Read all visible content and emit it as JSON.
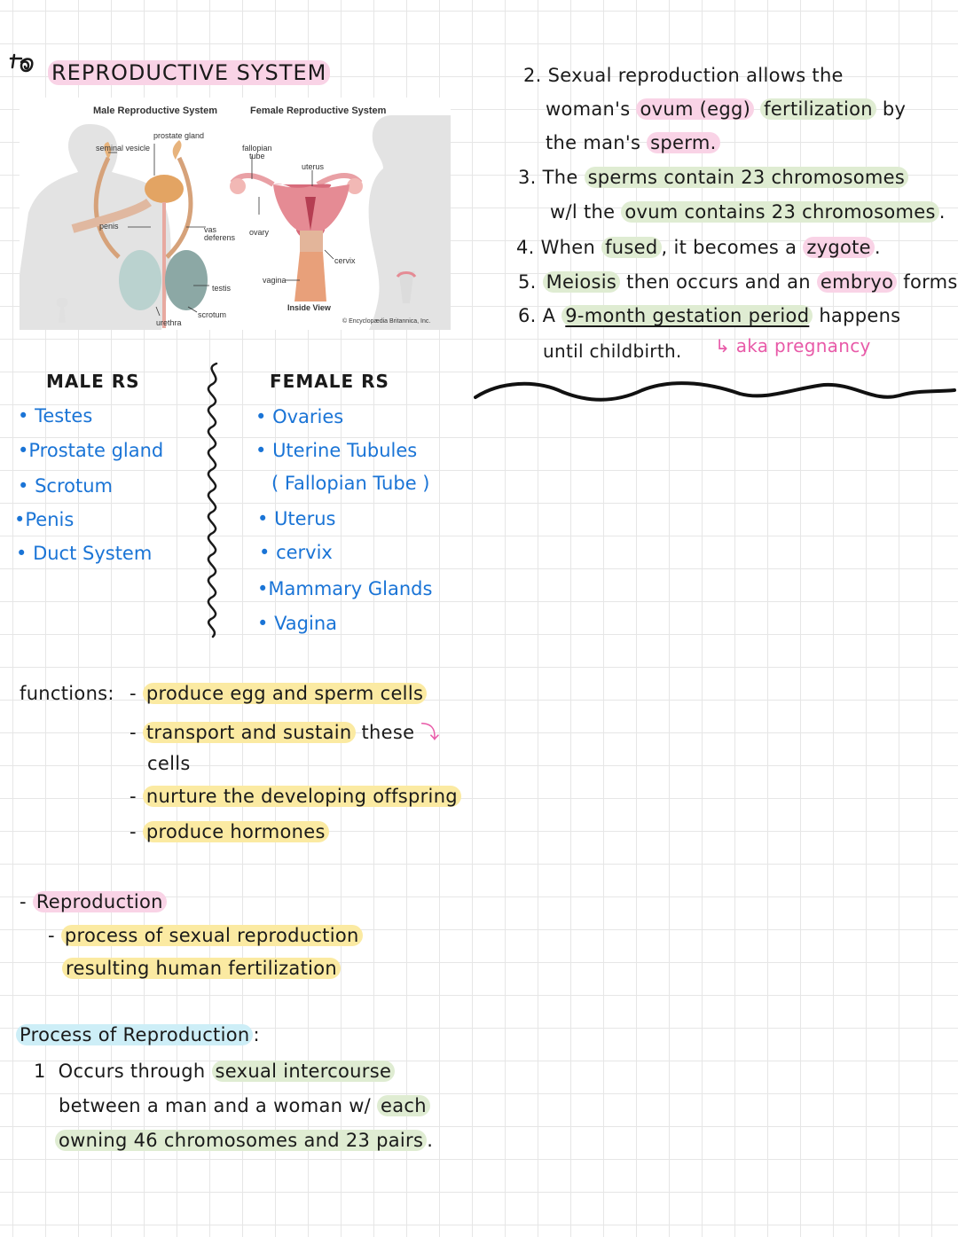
{
  "header": {
    "title": "REPRODUCTIVE SYSTEM",
    "doodle_icon": "doodle-flower-icon"
  },
  "diagram": {
    "male_title": "Male Reproductive System",
    "female_title": "Female Reproductive System",
    "labels": {
      "prostate_gland": "prostate gland",
      "seminal_vesicle": "seminal vesicle",
      "penis": "penis",
      "vas_deferens": "vas\ndeferens",
      "testis": "testis",
      "urethra": "urethra",
      "scrotum": "scrotum",
      "fallopian_tube": "fallopian\ntube",
      "uterus": "uterus",
      "ovary": "ovary",
      "cervix": "cervix",
      "vagina": "vagina",
      "inside_view": "Inside View",
      "credit": "© Encyclopædia Britannica, Inc."
    }
  },
  "male_rs": {
    "heading": "MALE RS",
    "items": [
      "Testes",
      "Prostate gland",
      "Scrotum",
      "Penis",
      "Duct System"
    ]
  },
  "female_rs": {
    "heading": "FEMALE RS",
    "items": [
      "Ovaries",
      "Uterine Tubules",
      "( Fallopian Tube )",
      "Uterus",
      "cervix",
      "Mammary Glands",
      "Vagina"
    ]
  },
  "functions": {
    "label": "functions:",
    "lines": {
      "l1": "produce egg and sperm cells",
      "l2a": "transport and sustain",
      "l2b": "these",
      "l3": "cells",
      "l4": "nurture the developing offspring",
      "l5": "produce hormones"
    }
  },
  "reproduction": {
    "heading": "Reproduction",
    "line1": "process of sexual reproduction",
    "line2": "resulting human fertilization"
  },
  "process": {
    "heading": "Process of Reproduction",
    "colon": ":",
    "step1": {
      "num": "1",
      "a": "Occurs through",
      "b": "sexual intercourse",
      "c": "between a man and a woman w/",
      "d": "each",
      "e": "owning 46 chromosomes and 23 pairs",
      "f": "."
    }
  },
  "right_steps": {
    "s2": {
      "a": "2. Sexual reproduction allows the",
      "b": "woman's",
      "c": "ovum (egg)",
      "d": "fertilization",
      "e": "by",
      "f": "the man's",
      "g": "sperm."
    },
    "s3": {
      "a": "3. The",
      "b": "sperms contain 23 chromosomes",
      "c": "w/l the",
      "d": "ovum contains 23 chromosomes",
      "e": "."
    },
    "s4": {
      "a": "4. When",
      "b": "fused",
      "c": ", it becomes a",
      "d": "zygote",
      "e": "."
    },
    "s5": {
      "a": "5.",
      "b": "Meiosis",
      "c": "then occurs and an",
      "d": "embryo",
      "e": "forms."
    },
    "s6": {
      "a": "6. A",
      "b": "9-month gestation period",
      "c": "happens",
      "d": "until childbirth.",
      "note": "aka pregnancy"
    }
  },
  "colors": {
    "blue_ink": "#1a74d6",
    "pink_ink": "#e85aa8",
    "pink_hl": "#f9d3e6",
    "green_hl": "#dfecd2",
    "yellow_hl": "#fbeaa2",
    "cyan_hl": "#cdeef7"
  }
}
